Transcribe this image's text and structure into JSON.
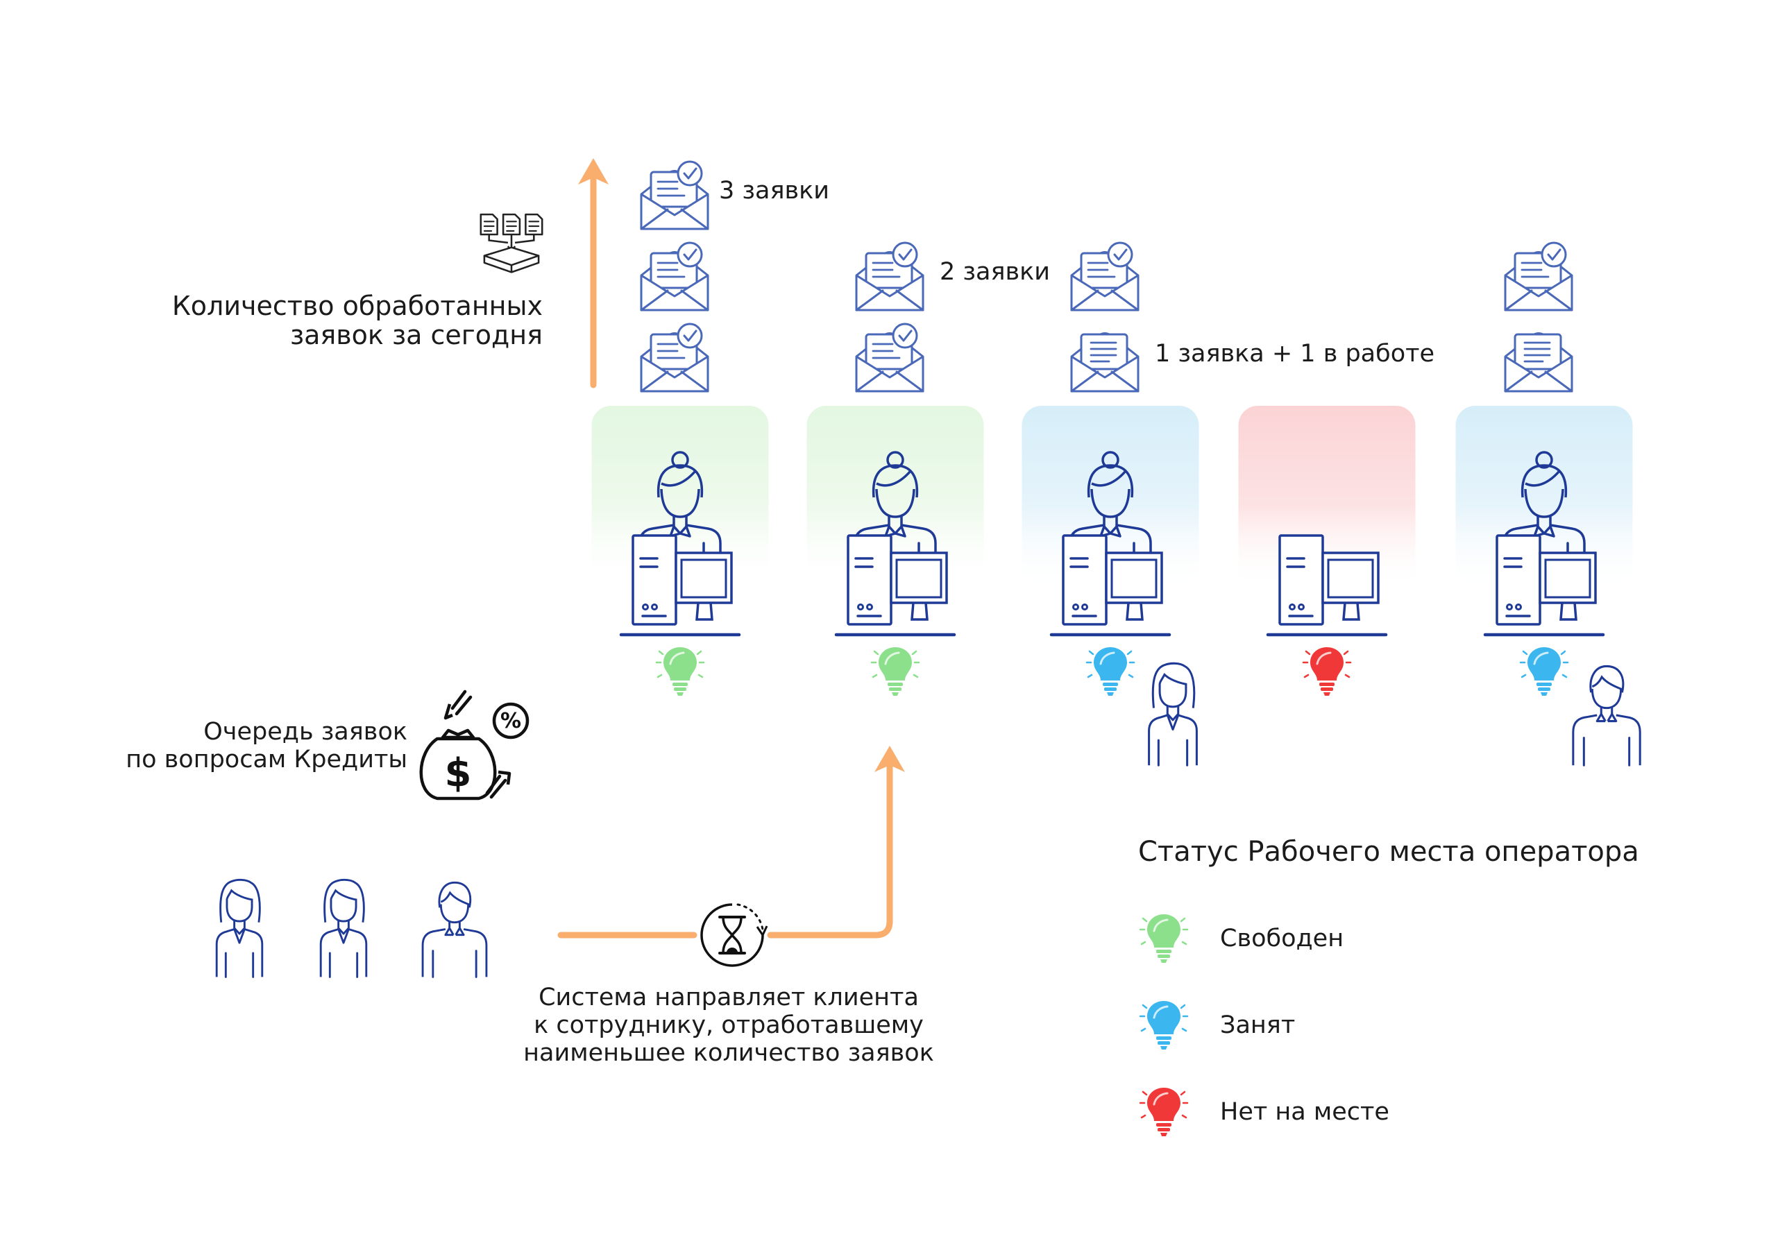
{
  "labels": {
    "processed_title": [
      "Количество обработанных",
      "заявок за сегодня"
    ],
    "queue_title": [
      "Очередь заявок",
      "по вопросам Кредиты"
    ],
    "routing_caption": [
      "Система направляет клиента",
      "к сотруднику, отработавшему",
      "наименьшее количество заявок"
    ]
  },
  "workstations": [
    {
      "status": "free",
      "requests_done": 3,
      "in_progress": 0,
      "count_label": "3 заявки",
      "operator_present": true,
      "client": null
    },
    {
      "status": "free",
      "requests_done": 2,
      "in_progress": 0,
      "count_label": "2 заявки",
      "operator_present": true,
      "client": null
    },
    {
      "status": "busy",
      "requests_done": 1,
      "in_progress": 1,
      "count_label": "1 заявка + 1 в работе",
      "operator_present": true,
      "client": "woman-client-icon"
    },
    {
      "status": "away",
      "requests_done": 0,
      "in_progress": 0,
      "count_label": "",
      "operator_present": false,
      "client": null
    },
    {
      "status": "busy",
      "requests_done": 1,
      "in_progress": 1,
      "count_label": "",
      "operator_present": true,
      "client": "man-client-icon"
    }
  ],
  "queue_clients": [
    "woman-client-icon",
    "woman-client-icon",
    "man-client-icon"
  ],
  "legend": {
    "title": "Статус Рабочего места оператора",
    "items": [
      {
        "status": "free",
        "label": "Свободен"
      },
      {
        "status": "busy",
        "label": "Занят"
      },
      {
        "status": "away",
        "label": "Нет на месте"
      }
    ]
  },
  "colors": {
    "line": "#1e3a96",
    "envelope": "#4a68b8",
    "arrow": "#f9ae6e",
    "free": "#8ce08c",
    "busy": "#3bb6ef",
    "away": "#f03838",
    "free_bg": "#e3f7e1",
    "busy_bg": "#d6eef9",
    "away_bg": "#fbd3d5"
  },
  "icons": {
    "processed": "documents-tray-icon",
    "queue": "money-bag-percent-icon",
    "routing": "hourglass-icon",
    "request": "envelope-check-icon",
    "request_in_progress": "envelope-letter-icon",
    "status": "lightbulb-icon"
  }
}
